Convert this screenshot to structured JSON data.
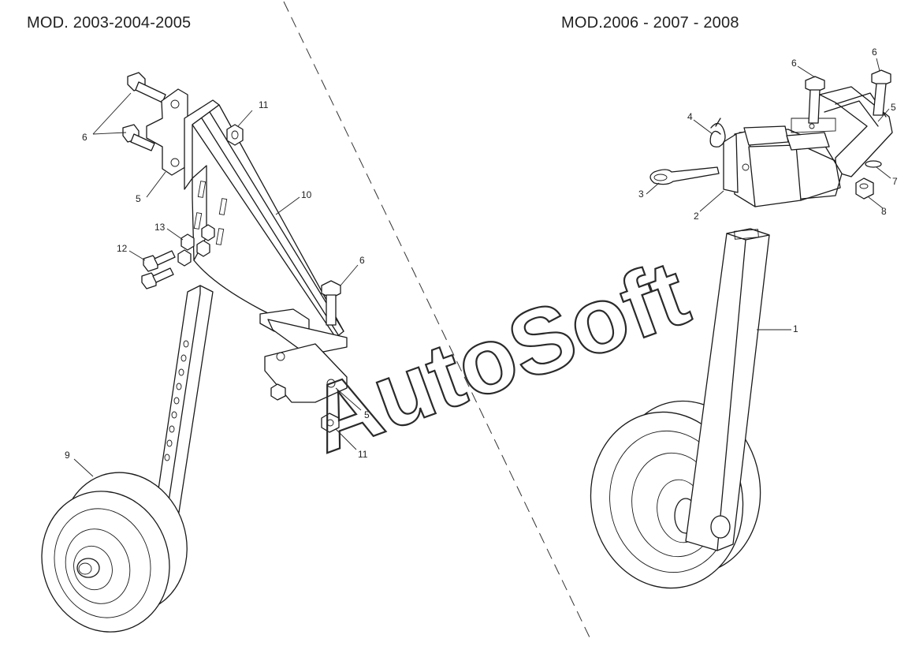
{
  "titles": {
    "left": "MOD. 2003-2004-2005",
    "right": "MOD.2006 - 2007 - 2008"
  },
  "watermark": "AutoSoft",
  "callouts": {
    "left": [
      {
        "label": "6",
        "part": "bolt"
      },
      {
        "label": "5",
        "part": "upper bracket"
      },
      {
        "label": "11",
        "part": "nut"
      },
      {
        "label": "10",
        "part": "support arm"
      },
      {
        "label": "13",
        "part": "nuts"
      },
      {
        "label": "12",
        "part": "bolts"
      },
      {
        "label": "6",
        "part": "bolt"
      },
      {
        "label": "5",
        "part": "lower bracket"
      },
      {
        "label": "11",
        "part": "nut"
      },
      {
        "label": "9",
        "part": "wheel"
      }
    ],
    "right": [
      {
        "label": "6",
        "part": "bolt"
      },
      {
        "label": "6",
        "part": "bolt"
      },
      {
        "label": "4",
        "part": "spring clip"
      },
      {
        "label": "5",
        "part": "bracket"
      },
      {
        "label": "7",
        "part": "washer"
      },
      {
        "label": "3",
        "part": "pin"
      },
      {
        "label": "2",
        "part": "housing"
      },
      {
        "label": "8",
        "part": "nut"
      },
      {
        "label": "1",
        "part": "wheel leg"
      }
    ]
  }
}
